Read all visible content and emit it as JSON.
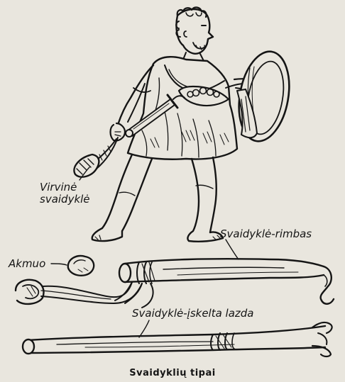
{
  "labels": {
    "rope_sling_line1": "Virvinė",
    "rope_sling_line2": "svaidyklė",
    "sling_strap": "Svaidyklė-rimbas",
    "stone": "Akmuo",
    "split_stick_sling": "Svaidyklė-įskelta lazda"
  },
  "caption": "Svaidyklių tipai",
  "colors": {
    "paper": "#e9e6de",
    "ink": "#151515"
  }
}
